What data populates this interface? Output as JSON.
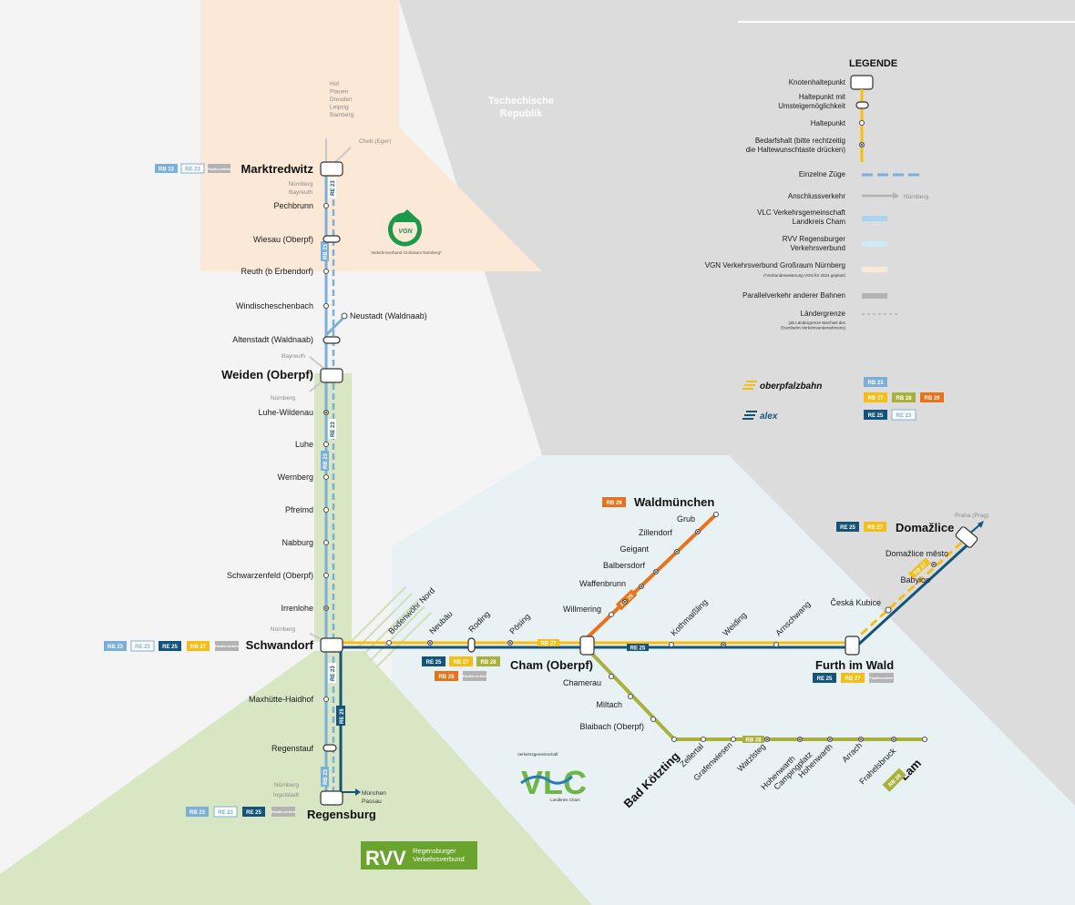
{
  "country_label": [
    "Tschechische",
    "Republik"
  ],
  "legend": {
    "title": "LEGENDE",
    "knoten": "Knotenhaltepunkt",
    "umsteig": [
      "Haltepunkt mit",
      "Umsteigemöglichkeit"
    ],
    "halt": "Haltepunkt",
    "bedarf": [
      "Bedarfshalt (bitte rechtzeitig",
      "die Haltewunschtaste drücken)"
    ],
    "einzelne": "Einzelne Züge",
    "anschluss": "Anschlussverkehr",
    "anschluss_example": "Nürnberg",
    "vlc": [
      "VLC Verkehrsgemeinschaft",
      "Landkreis Cham"
    ],
    "rvv": [
      "RVV Regensburger",
      "Verkehrsverbund"
    ],
    "vgn": "VGN Verkehrsverbund Großraum Nürnberg",
    "vgn_note": "(*Verbunderweiterung VGN für 2024 geplant)",
    "parallel": "Parallelverkehr anderer Bahnen",
    "grenze": "Ländergrenze",
    "grenze_note": [
      "(ab Ländergrenze Wechsel des",
      "Eisenbahn-Verkehrsunternehmens)"
    ],
    "colors": {
      "vlc": "#a8d4ef",
      "rvv": "#cfe9f5",
      "vgn": "#fce8d6",
      "parallel": "#b3b3b3",
      "border": "#bdbdbd"
    }
  },
  "operators": {
    "oberpfalzbahn": "oberpfalzbahn",
    "alex": "alex",
    "oberpfalzbahn_lines": [
      "RB 23",
      "RB 27",
      "RB 28",
      "RB 29"
    ],
    "alex_lines": [
      "RE 25",
      "RE 23"
    ]
  },
  "line_colors": {
    "RB 23": "#7aafd8",
    "RE 23": "#7aafd8",
    "RE 25": "#14547a",
    "RB 27": "#f6bd16",
    "RB 28": "#a9b13c",
    "RB 29": "#e8731b",
    "Parallelverkehr": "#b3b3b3"
  },
  "logos": {
    "vgn": "VGN",
    "vgn_caption": "Verkehrsverbund Großraum Nürnberg*",
    "vlc_top": "Verkehrsgemeinschaft",
    "vlc": "VLC",
    "vlc_bottom": "Landkreis Cham",
    "rvv": "RVV",
    "rvv_sub": [
      "Regensburger",
      "Verkehrsverbund"
    ]
  },
  "stations": {
    "marktredwitz": "Marktredwitz",
    "pechbrunn": "Pechbrunn",
    "wiesau": "Wiesau (Oberpf)",
    "reuth": "Reuth (b Erbendorf)",
    "windischeschenbach": "Windischeschenbach",
    "neustadt": "Neustadt (Waldnaab)",
    "altenstadt": "Altenstadt (Waldnaab)",
    "weiden": "Weiden (Oberpf)",
    "luhe_wildenau": "Luhe-Wildenau",
    "luhe": "Luhe",
    "wernberg": "Wernberg",
    "pfreimd": "Pfreimd",
    "nabburg": "Nabburg",
    "schwarzenfeld": "Schwarzenfeld (Oberpf)",
    "irrenlohe": "Irrenlohe",
    "schwandorf": "Schwandorf",
    "maxhuette": "Maxhütte-Haidhof",
    "regenstauf": "Regenstauf",
    "regensburg": "Regensburg",
    "bodenwoehr": "Bodenwöhr Nord",
    "neubaeu": "Neubäu",
    "roding": "Roding",
    "poesing": "Pösing",
    "cham": "Cham (Oberpf)",
    "kothmaissling": "Kothmaißling",
    "weiding": "Weiding",
    "arnschwang": "Arnschwang",
    "furth": "Furth im Wald",
    "ceska_kubice": "Česká Kubice",
    "babylon": "Babylon",
    "domazlice_mesto": "Domažlice město",
    "domazlice": "Domažlice",
    "willmering": "Willmering",
    "waffenbrunn": "Waffenbrunn",
    "balbersdorf": "Balbersdorf",
    "geigant": "Geigant",
    "zillendorf": "Zillendorf",
    "grub": "Grub",
    "waldmuenchen": "Waldmünchen",
    "chamerau": "Chamerau",
    "miltach": "Miltach",
    "blaibach": "Blaibach (Oberpf)",
    "bad_koetzting": "Bad Kötzting",
    "zellertal": "Zellertal",
    "grafenwiesen": "Grafenwiesen",
    "watzlsteg": "Watzlsteg",
    "hohenwarth_cp1": "Hohenwarth",
    "hohenwarth_cp2": "Campingplatz",
    "hohenwarth": "Hohenwarth",
    "arrach": "Arrach",
    "freahelsbruck": "Frahelsbruck",
    "lam": "Lam"
  },
  "connections": {
    "north": [
      "Hof",
      "Plauen",
      "Dresden",
      "Leipzig",
      "Bamberg"
    ],
    "cheb": "Cheb (Eger)",
    "marktredwitz_sw": [
      "Nürnberg",
      "Bayreuth"
    ],
    "weiden_nw": "Bayreuth",
    "weiden_sw": "Nürnberg",
    "schwandorf_w": "Nürnberg",
    "regensburg_w": [
      "Nürnberg",
      "Ingolstadt"
    ],
    "regensburg_e": [
      "München",
      "Passau"
    ],
    "praha": "Praha (Prag)"
  },
  "badges": {
    "marktredwitz": [
      "RB 23",
      "RE 23",
      "Parallel-verkehr"
    ],
    "schwandorf": [
      "RB 23",
      "RE 23",
      "RE 25",
      "RB 27",
      "Parallel-verkehr"
    ],
    "regensburg": [
      "RB 23",
      "RE 23",
      "RE 25",
      "Parallel-verkehr"
    ],
    "cham_row1": [
      "RE 25",
      "RB 27",
      "RB 28"
    ],
    "cham_row2": [
      "RB 29",
      "Parallel-verkehr"
    ],
    "furth": [
      "RE 25",
      "RB 27",
      "Parallel-verkehr"
    ],
    "domazlice": [
      "RE 25",
      "RB 27"
    ],
    "waldmuenchen": [
      "RB 29"
    ],
    "lam": [
      "RB 28"
    ]
  },
  "line_labels": {
    "rb23": "RB 23",
    "re23": "RE 23",
    "re25": "RE 25",
    "rb27": "RB 27",
    "rb28": "RB 28",
    "rb29": "RB 29"
  }
}
